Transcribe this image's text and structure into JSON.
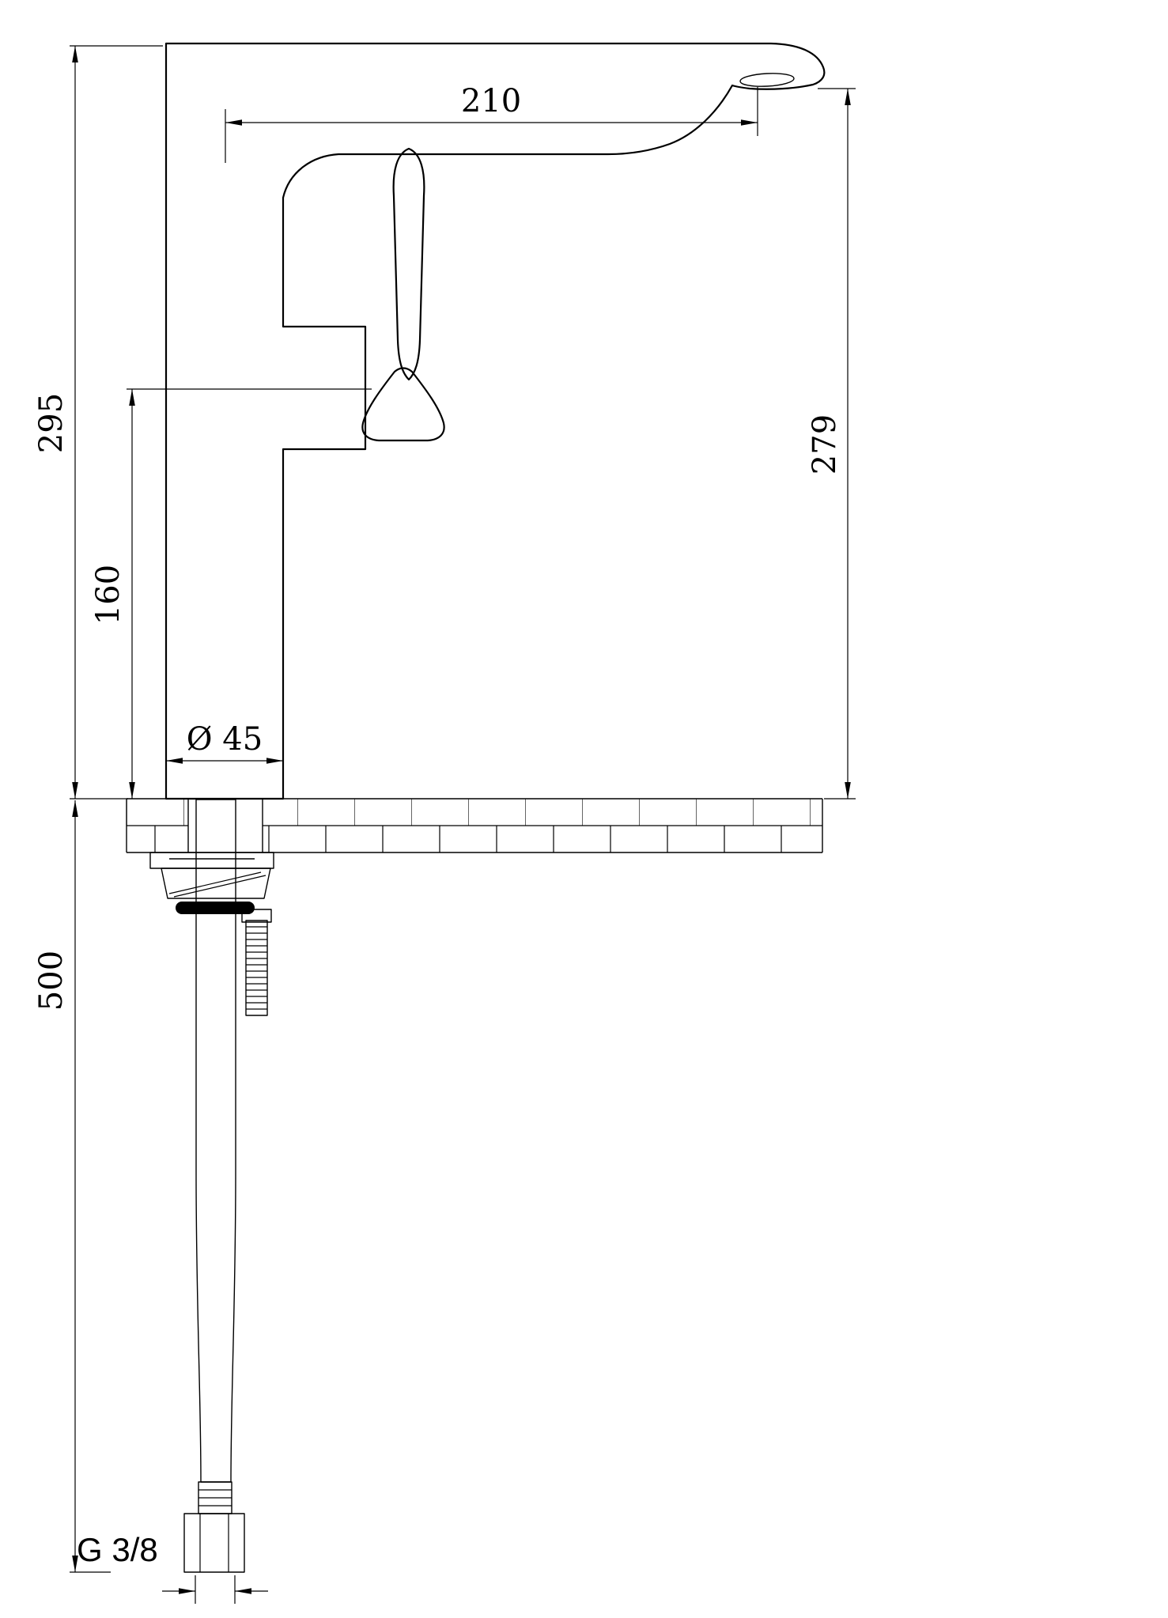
{
  "drawing": {
    "type": "technical-dimension-drawing",
    "subject": "kitchen sink mixer faucet - side elevation with installation dimensions",
    "background": "#ffffff",
    "line_color": "#000000",
    "units": "mm"
  },
  "dimensions": {
    "spout_reach": "210",
    "overall_height": "295",
    "handle_height": "160",
    "spout_outlet_height": "279",
    "base_diameter": "Ø 45",
    "under_counter_length": "500",
    "thread_size": "G 3/8"
  }
}
